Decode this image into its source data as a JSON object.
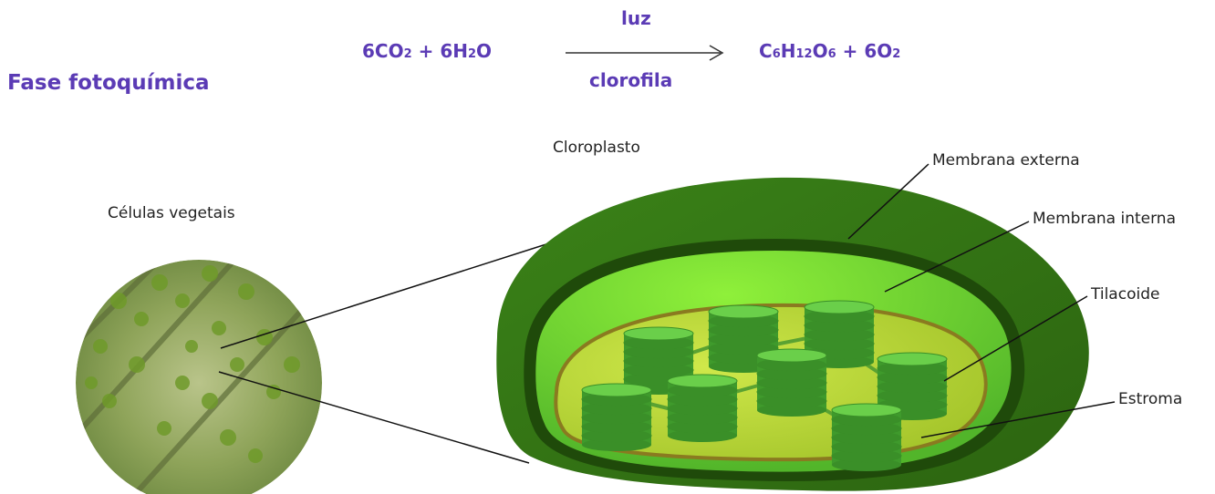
{
  "equation": {
    "reactant_co2": "6CO",
    "co2_sub": "2",
    "plus1": " + ",
    "reactant_h2o_a": "6H",
    "h2o_sub": "2",
    "reactant_h2o_b": "O",
    "product_c": "C",
    "c_sub": "6",
    "product_h": "H",
    "h_sub": "12",
    "product_o": "O",
    "o_sub": "6",
    "plus2": " + ",
    "product_o2": "6O",
    "o2_sub": "2",
    "arrow_top": "luz",
    "arrow_bottom": "clorofila"
  },
  "phase_title": "Fase fotoquímica",
  "labels": {
    "chloroplast": "Cloroplasto",
    "plant_cells": "Células vegetais",
    "outer_membrane": "Membrana externa",
    "inner_membrane": "Membrana interna",
    "thylakoid": "Tilacoide",
    "stroma": "Estroma"
  },
  "colors": {
    "title_purple": "#5b3bb5",
    "outer_dark_green": "#2f6a12",
    "outer_green": "#3f8a1c",
    "inner_light_green": "#7de02e",
    "stroma_yellow_green": "#b8d830",
    "stroma_edge": "#8a7a20",
    "thylakoid_green": "#4fb33a"
  }
}
